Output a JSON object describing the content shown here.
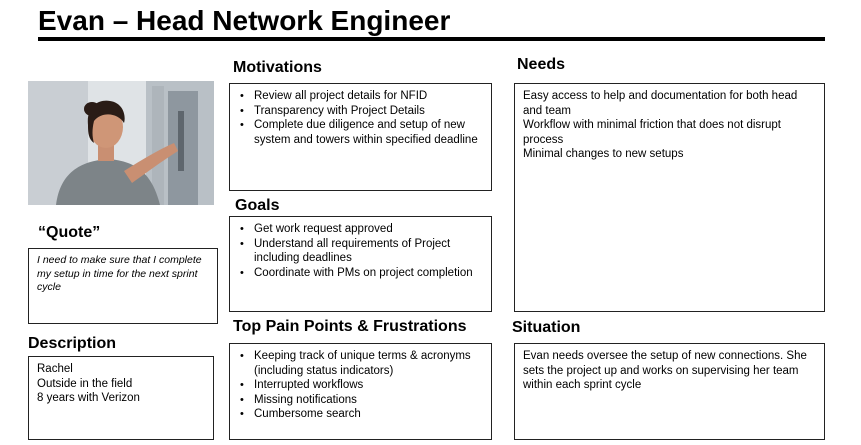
{
  "persona": {
    "title": "Evan – Head Network Engineer"
  },
  "quote": {
    "heading": "“Quote”",
    "text": "I need to make sure that I complete my setup in time for the next sprint cycle"
  },
  "description": {
    "heading": "Description",
    "lines": [
      "Rachel",
      "Outside in the field",
      "8 years with Verizon"
    ]
  },
  "motivations": {
    "heading": "Motivations",
    "items": [
      "Review all project details for NFID",
      "Transparency with Project Details",
      "Complete due diligence and setup of new system and towers within specified deadline"
    ]
  },
  "goals": {
    "heading": "Goals",
    "items": [
      "Get work request approved",
      "Understand all requirements of Project including deadlines",
      "Coordinate with PMs on project completion"
    ]
  },
  "pain_points": {
    "heading": "Top Pain Points & Frustrations",
    "items": [
      "Keeping track of unique terms & acronyms (including status indicators)",
      "Interrupted workflows",
      "Missing notifications",
      "Cumbersome search"
    ]
  },
  "needs": {
    "heading": "Needs",
    "lines": [
      "Easy access to help and documentation for both head and team",
      "Workflow with minimal friction that does not disrupt process",
      "Minimal changes to new setups"
    ]
  },
  "situation": {
    "heading": "Situation",
    "text": "Evan needs oversee the setup of new connections. She sets the project up and works on supervising her team within each sprint cycle"
  },
  "colors": {
    "border": "#222222",
    "rule": "#000000"
  }
}
